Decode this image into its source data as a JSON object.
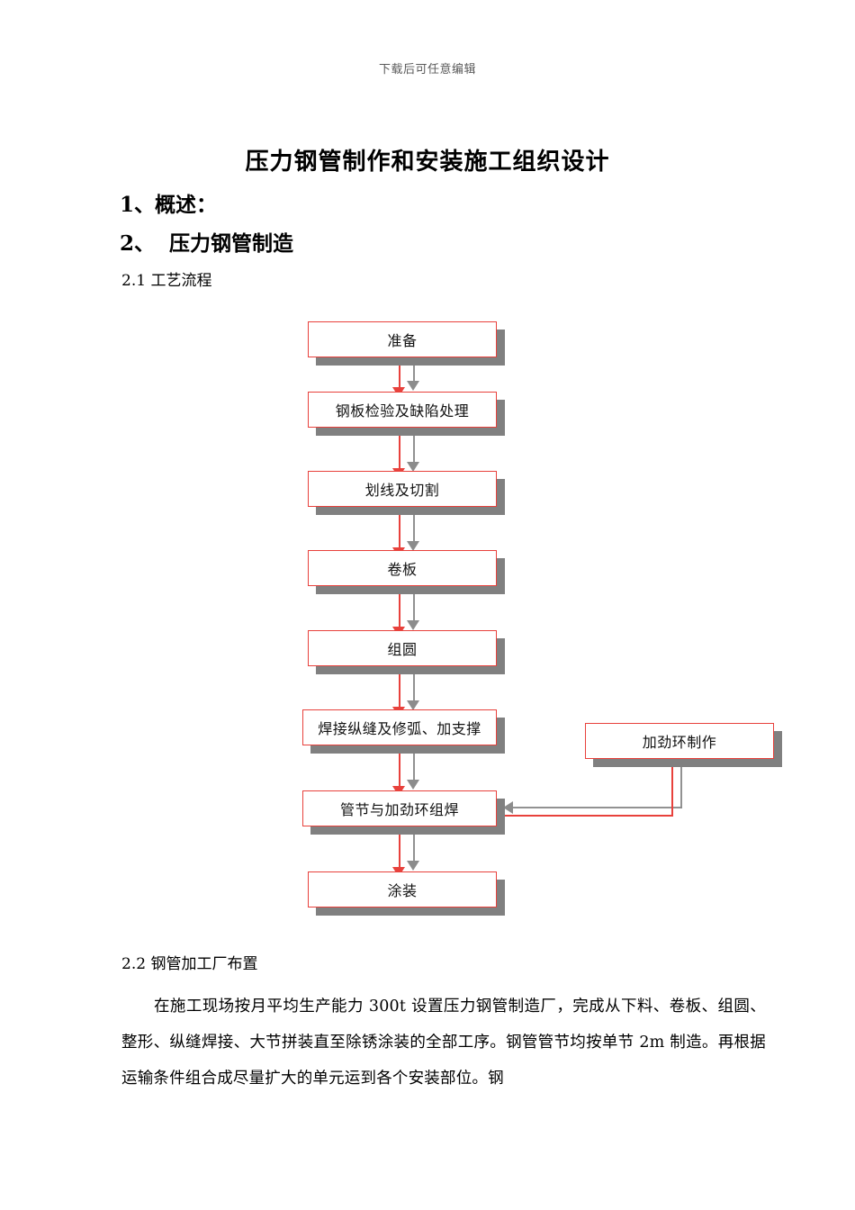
{
  "header": {
    "watermark_note": "下载后可任意编辑"
  },
  "document": {
    "title": "压力钢管制作和安装施工组织设计",
    "headings": [
      {
        "id": "h1",
        "text": "1、概述："
      },
      {
        "id": "h2",
        "text": "2、  压力钢管制造"
      },
      {
        "id": "h21",
        "text": "2.1 工艺流程"
      },
      {
        "id": "h22",
        "text": "2.2 钢管加工厂布置"
      }
    ],
    "paragraph": "在施工现场按月平均生产能力 300t 设置压力钢管制造厂，完成从下料、卷板、组圆、整形、纵缝焊接、大节拼装直至除锈涂装的全部工序。钢管管节均按单节 2m 制造。再根据运输条件组合成尽量扩大的单元运到各个安装部位。钢"
  },
  "flowchart": {
    "type": "process-flow",
    "colors": {
      "box_border": "#e8413c",
      "box_fill": "#ffffff",
      "shadow": "#808080",
      "connector_primary": "#e8413c",
      "connector_shadow": "#8c8c8c"
    },
    "nodes": [
      {
        "id": "n1",
        "label": "准备"
      },
      {
        "id": "n2",
        "label": "钢板检验及缺陷处理"
      },
      {
        "id": "n3",
        "label": "划线及切割"
      },
      {
        "id": "n4",
        "label": "卷板"
      },
      {
        "id": "n5",
        "label": "组圆"
      },
      {
        "id": "n6",
        "label": "焊接纵缝及修弧、加支撑"
      },
      {
        "id": "n7",
        "label": "管节与加劲环组焊"
      },
      {
        "id": "n8",
        "label": "涂装"
      },
      {
        "id": "n9",
        "label": "加劲环制作"
      }
    ],
    "edges": [
      {
        "from": "n1",
        "to": "n2"
      },
      {
        "from": "n2",
        "to": "n3"
      },
      {
        "from": "n3",
        "to": "n4"
      },
      {
        "from": "n4",
        "to": "n5"
      },
      {
        "from": "n5",
        "to": "n6"
      },
      {
        "from": "n6",
        "to": "n7"
      },
      {
        "from": "n7",
        "to": "n8"
      },
      {
        "from": "n9",
        "to": "n7"
      }
    ]
  }
}
